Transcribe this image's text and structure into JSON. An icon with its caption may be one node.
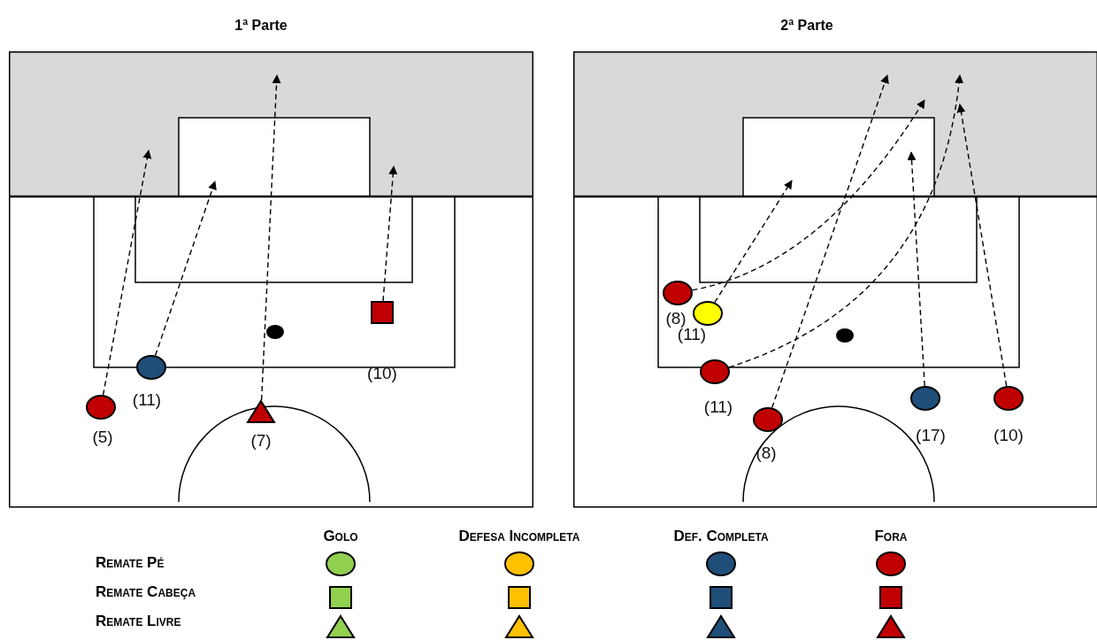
{
  "diagram": {
    "nodes": [
      {
        "text": [
          "1ª Parte"
        ]
      },
      {
        "text": [
          "2ª Parte"
        ]
      },
      {
        "text": [],
        "shape": "circle",
        "beside": [
          "(5)"
        ],
        "in": 0
      },
      {
        "text": [],
        "shape": "circle",
        "beside": [
          "(11)"
        ],
        "in": 0
      },
      {
        "text": [],
        "shape": "triangle",
        "beside": [
          "(7)"
        ],
        "in": 0
      },
      {
        "text": [],
        "shape": "box",
        "beside": [
          "(10)"
        ],
        "in": 0
      },
      {
        "text": [],
        "shape": "circle",
        "beside": [
          "(8)"
        ],
        "in": 1
      },
      {
        "text": [],
        "shape": "circle",
        "beside": [
          "(11)"
        ],
        "in": 1
      },
      {
        "text": [],
        "shape": "circle",
        "beside": [
          "(11)"
        ],
        "in": 1
      },
      {
        "text": [],
        "shape": "circle",
        "beside": [
          "(8)"
        ],
        "in": 1
      },
      {
        "text": [],
        "shape": "circle",
        "beside": [
          "(17)"
        ],
        "in": 1
      },
      {
        "text": [],
        "shape": "circle",
        "beside": [
          "(10)"
        ],
        "in": 1
      }
    ],
    "edges": [
      {
        "from": 2,
        "to": null,
        "arrow": "to",
        "style": "dashed"
      },
      {
        "from": 3,
        "to": null,
        "arrow": "to",
        "style": "dashed"
      },
      {
        "from": 4,
        "to": null,
        "arrow": "to",
        "style": "dashed"
      },
      {
        "from": 5,
        "to": null,
        "arrow": "to",
        "style": "dashed"
      },
      {
        "from": 6,
        "to": null,
        "arrow": "to",
        "style": "dashed"
      },
      {
        "from": 7,
        "to": null,
        "arrow": "to",
        "style": "dashed"
      },
      {
        "from": 8,
        "to": null,
        "arrow": "to",
        "style": "dashed"
      },
      {
        "from": 9,
        "to": null,
        "arrow": "to",
        "style": "dashed"
      },
      {
        "from": 10,
        "to": null,
        "arrow": "to",
        "style": "dashed"
      },
      {
        "from": 11,
        "to": null,
        "arrow": "to",
        "style": "dashed"
      }
    ],
    "labels": [
      "Golo",
      "Defesa Incompleta",
      "Def. Completa",
      "Fora",
      "Remate Pé",
      "Remate Cabeça",
      "Remate Livre"
    ]
  }
}
